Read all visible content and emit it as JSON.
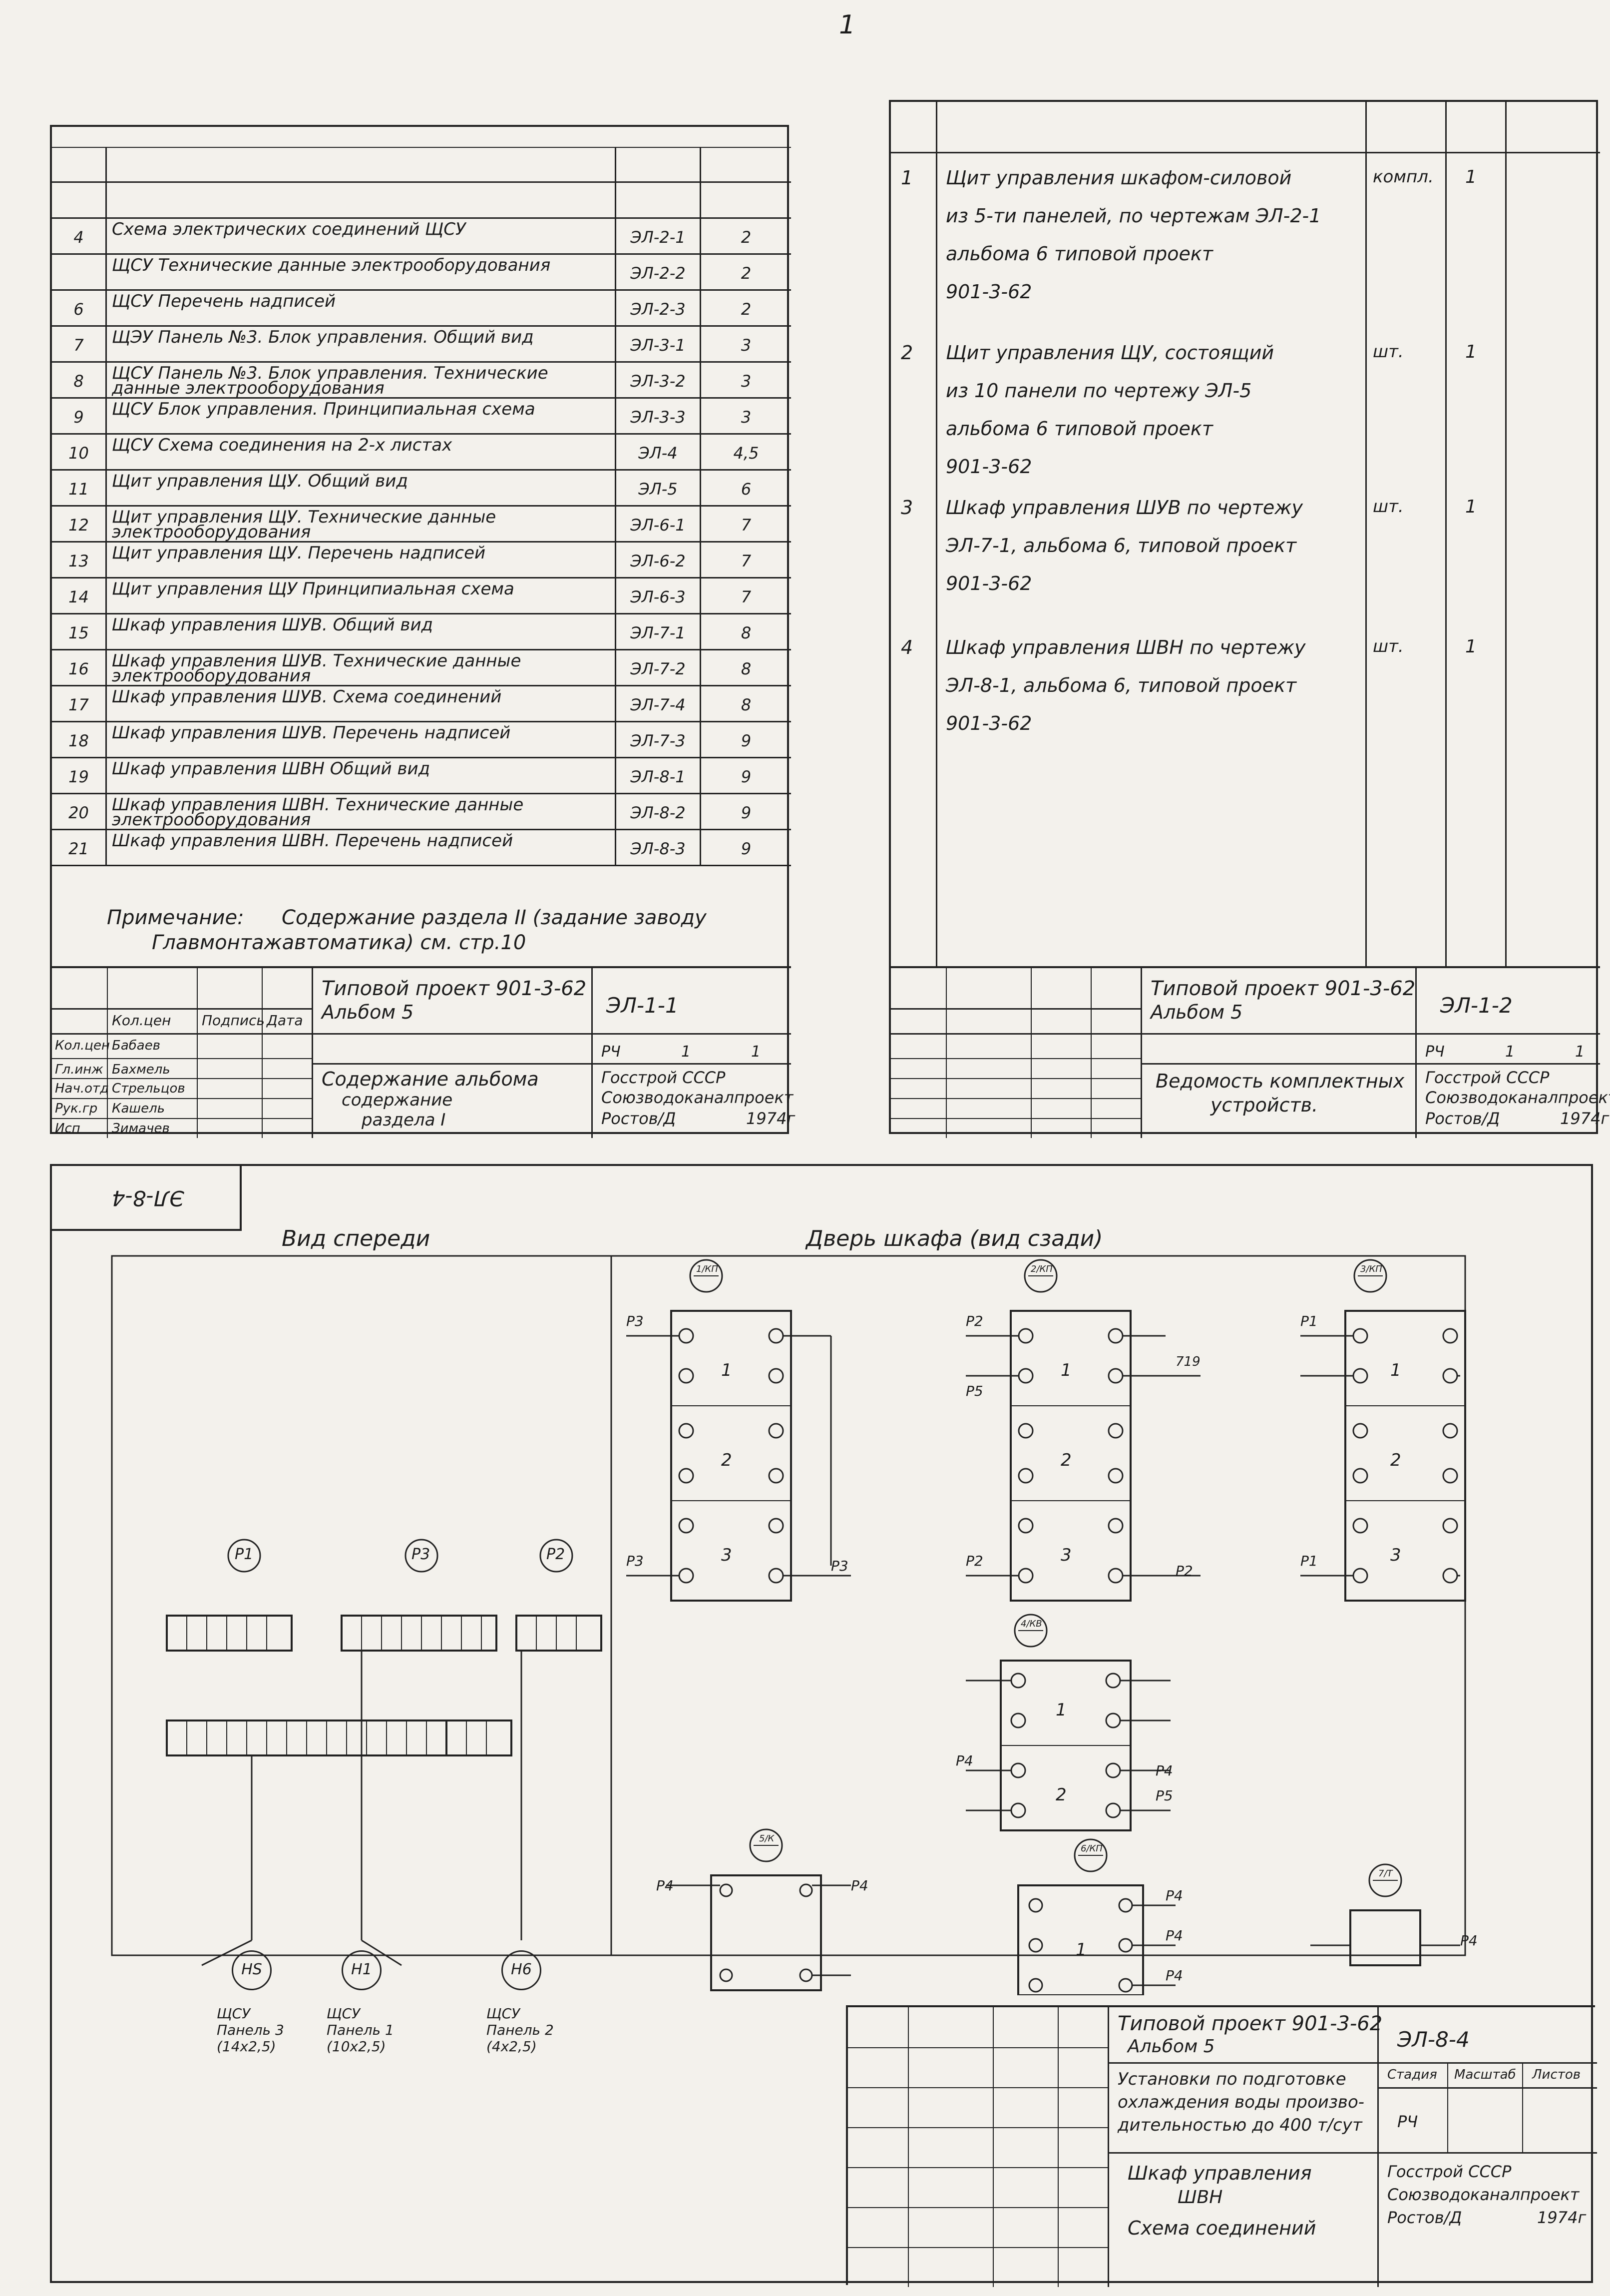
{
  "page_mark": "1",
  "sheet1": {
    "rows": [
      {
        "no": "",
        "text": "",
        "code": "",
        "sheet": ""
      },
      {
        "no": "",
        "text": "",
        "code": "",
        "sheet": ""
      },
      {
        "no": "4",
        "text": "Схема электрических соединений ЩСУ",
        "code": "ЭЛ-2-1",
        "sheet": "2"
      },
      {
        "no": "",
        "text": "ЩСУ Технические данные электрооборудования",
        "code": "ЭЛ-2-2",
        "sheet": "2"
      },
      {
        "no": "6",
        "text": "ЩСУ Перечень надписей",
        "code": "ЭЛ-2-3",
        "sheet": "2"
      },
      {
        "no": "7",
        "text": "ЩЭУ Панель №3. Блок управления. Общий вид",
        "code": "ЭЛ-3-1",
        "sheet": "3"
      },
      {
        "no": "8",
        "text": "ЩСУ Панель №3. Блок управления. Технические данные электрооборудования",
        "code": "ЭЛ-3-2",
        "sheet": "3"
      },
      {
        "no": "9",
        "text": "ЩСУ Блок управления. Принципиальная схема",
        "code": "ЭЛ-3-3",
        "sheet": "3"
      },
      {
        "no": "10",
        "text": "ЩСУ Схема соединения на 2-х листах",
        "code": "ЭЛ-4",
        "sheet": "4,5"
      },
      {
        "no": "11",
        "text": "Щит управления ЩУ. Общий вид",
        "code": "ЭЛ-5",
        "sheet": "6"
      },
      {
        "no": "12",
        "text": "Щит управления ЩУ. Технические данные электрооборудования",
        "code": "ЭЛ-6-1",
        "sheet": "7"
      },
      {
        "no": "13",
        "text": "Щит управления ЩУ. Перечень надписей",
        "code": "ЭЛ-6-2",
        "sheet": "7"
      },
      {
        "no": "14",
        "text": "Щит управления ЩУ Принципиальная схема",
        "code": "ЭЛ-6-3",
        "sheet": "7"
      },
      {
        "no": "15",
        "text": "Шкаф управления ШУВ. Общий вид",
        "code": "ЭЛ-7-1",
        "sheet": "8"
      },
      {
        "no": "16",
        "text": "Шкаф управления ШУВ. Технические данные электрооборудования",
        "code": "ЭЛ-7-2",
        "sheet": "8"
      },
      {
        "no": "17",
        "text": "Шкаф управления ШУВ. Схема соединений",
        "code": "ЭЛ-7-4",
        "sheet": "8"
      },
      {
        "no": "18",
        "text": "Шкаф управления ШУВ. Перечень надписей",
        "code": "ЭЛ-7-3",
        "sheet": "9"
      },
      {
        "no": "19",
        "text": "Шкаф управления ШВН Общий вид",
        "code": "ЭЛ-8-1",
        "sheet": "9"
      },
      {
        "no": "20",
        "text": "Шкаф управления ШВН. Технические данные электрооборудования",
        "code": "ЭЛ-8-2",
        "sheet": "9"
      },
      {
        "no": "21",
        "text": "Шкаф управления ШВН. Перечень надписей",
        "code": "ЭЛ-8-3",
        "sheet": "9"
      }
    ],
    "note_label": "Примечание:",
    "note_line1": "Содержание раздела II (задание заводу",
    "note_line2": "Главмонтажавтоматика) см. стр.10",
    "stamp": {
      "project": "Типовой проект 901-3-62",
      "album": "Альбом 5",
      "code": "ЭЛ-1-1",
      "title_line1": "Содержание альбома",
      "title_line2": "содержание",
      "title_line3": "раздела I",
      "org_line1": "Госстрой СССР",
      "org_line2": "Союзводоканалпроект",
      "org_line3": "Ростов/Д",
      "year": "1974г",
      "stage": "РЧ",
      "sheet": "1",
      "sheets": "1",
      "roles": [
        "Кол.цен",
        "Гл.инж",
        "Нач.отд",
        "Рук.гр",
        "Исп"
      ],
      "names": [
        "Бабаев",
        "Бахмель",
        "Стрельцов",
        "Кашель",
        "Зимачев"
      ],
      "col_headers": [
        "Кол.цен",
        "Подпись",
        "Дата"
      ]
    }
  },
  "sheet2": {
    "rows": [
      {
        "no": "1",
        "lines": [
          "Щит управления шкафом-силовой",
          "из 5-ти панелей, по чертежам ЭЛ-2-1",
          "альбома 6 типовой проект",
          "901-3-62"
        ],
        "unit": "компл.",
        "qty": "1"
      },
      {
        "no": "2",
        "lines": [
          "Щит управления ЩУ, состоящий",
          "из 10 панели по чертежу ЭЛ-5",
          "альбома 6 типовой проект",
          "901-3-62"
        ],
        "unit": "шт.",
        "qty": "1"
      },
      {
        "no": "3",
        "lines": [
          "Шкаф управления ШУВ по чертежу",
          "ЭЛ-7-1, альбома 6, типовой проект",
          "901-3-62"
        ],
        "unit": "шт.",
        "qty": "1"
      },
      {
        "no": "4",
        "lines": [
          "Шкаф управления ШВН по чертежу",
          "ЭЛ-8-1, альбома 6, типовой проект",
          "901-3-62"
        ],
        "unit": "шт.",
        "qty": "1"
      }
    ],
    "stamp": {
      "project": "Типовой проект 901-3-62",
      "album": "Альбом 5",
      "code": "ЭЛ-1-2",
      "title_line1": "Ведомость комплектных",
      "title_line2": "устройств.",
      "org_line1": "Госстрой СССР",
      "org_line2": "Союзводоканалпроект",
      "org_line3": "Ростов/Д",
      "year": "1974г",
      "stage": "РЧ",
      "sheet": "1",
      "sheets": "1"
    }
  },
  "sheet3": {
    "corner_code": "ЭЛ-8-4",
    "front_view_label": "Вид спереди",
    "door_view_label": "Дверь шкафа (вид сзади)",
    "relays": [
      {
        "id": "1/КП"
      },
      {
        "id": "2/КП"
      },
      {
        "id": "3/КП"
      },
      {
        "id": "4/КВ"
      },
      {
        "id": "5/К"
      },
      {
        "id": "6/КП"
      },
      {
        "id": "7/Т"
      }
    ],
    "terminal_blocks": [
      "Р1",
      "Р3",
      "Р2"
    ],
    "lamps": [
      {
        "id": "НS",
        "caption_line1": "ЩСУ",
        "caption_line2": "Панель 3",
        "caption_line3": "(14х2,5)"
      },
      {
        "id": "Н1",
        "caption_line1": "ЩСУ",
        "caption_line2": "Панель 1",
        "caption_line3": "(10х2,5)"
      },
      {
        "id": "Н6",
        "caption_line1": "ЩСУ",
        "caption_line2": "Панель 2",
        "caption_line3": "(4х2,5)"
      }
    ],
    "stamp": {
      "project": "Типовой проект 901-3-62",
      "album": "Альбом 5",
      "code": "ЭЛ-8-4",
      "desc_line1": "Установки по подготовке",
      "desc_line2": "охлаждения воды произво-",
      "desc_line3": "дительностью до 400 т/сут",
      "title_line1": "Шкаф управления",
      "title_line2": "ШВН",
      "title_line3": "Схема соединений",
      "org_line1": "Госстрой СССР",
      "org_line2": "Союзводоканалпроект",
      "org_line3": "Ростов/Д",
      "year": "1974г",
      "stage": "РЧ",
      "col_headers": [
        "Стадия",
        "Масштаб",
        "Листов"
      ]
    }
  }
}
